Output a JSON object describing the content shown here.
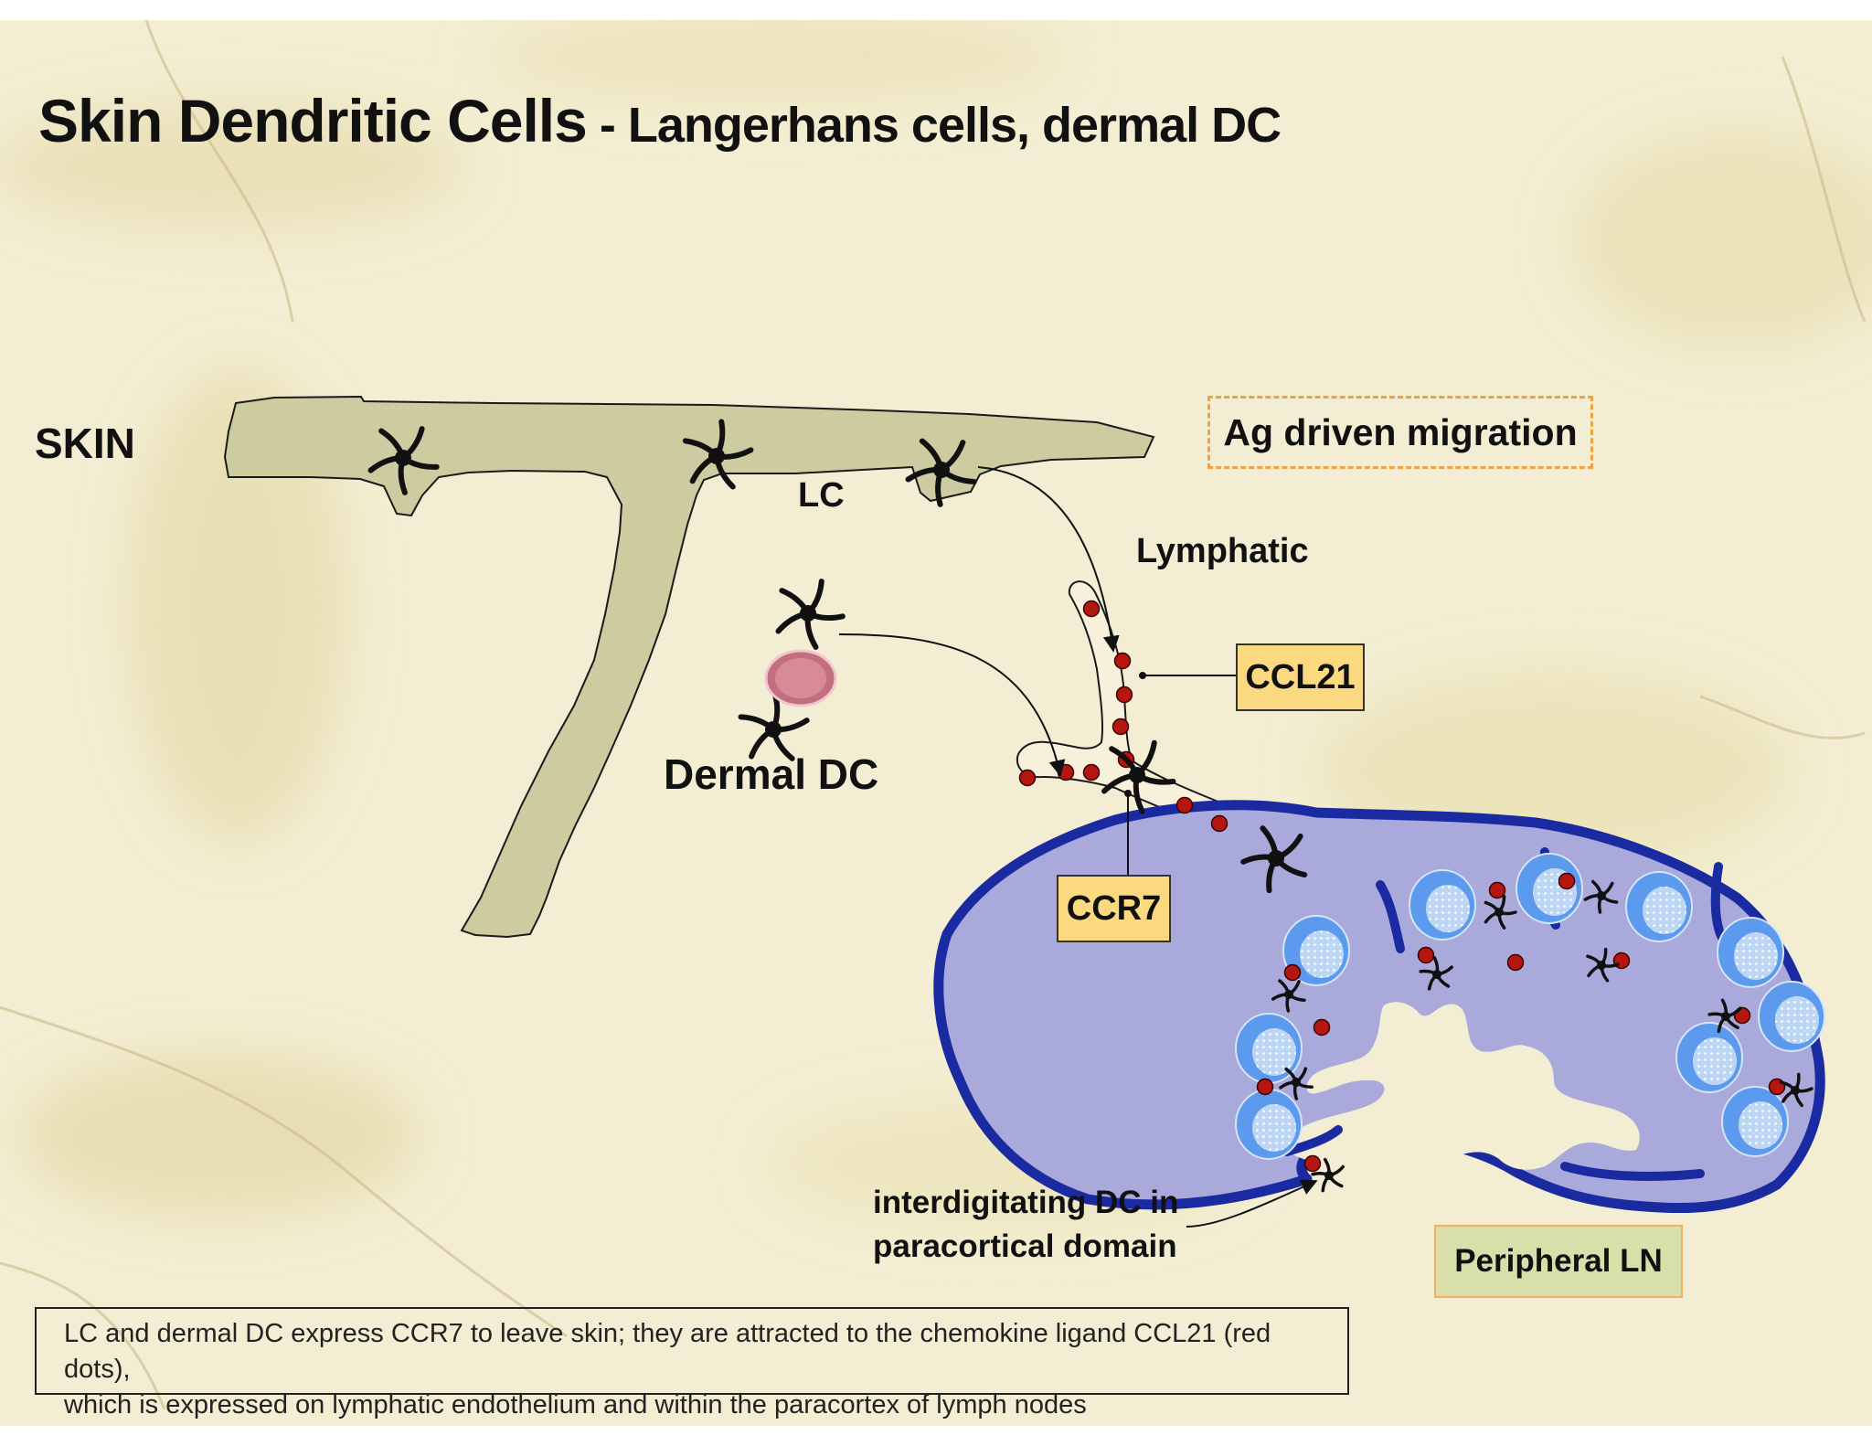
{
  "title": {
    "main": "Skin Dendritic Cells",
    "separator": " - ",
    "sub": "Langerhans cells, dermal DC"
  },
  "labels": {
    "skin": "SKIN",
    "lc": "LC",
    "lymphatic": "Lymphatic",
    "dermal_dc": "Dermal DC",
    "ag_driven_migration": "Ag driven migration",
    "ccl21": "CCL21",
    "ccr7": "CCR7",
    "interdigitating_line1": "interdigitating DC in",
    "interdigitating_line2": "paracortical domain",
    "peripheral_ln": "Peripheral LN"
  },
  "caption": {
    "line1": "LC and dermal DC express CCR7 to leave skin; they are attracted to the chemokine ligand CCL21 (red dots),",
    "line2": "which is expressed on lymphatic endothelium and within the paracortex of lymph nodes"
  },
  "colors": {
    "background": "#f3eed3",
    "epidermis_fill": "#cccca0",
    "ccl21_dot": "#b5160f",
    "lymph_node_fill": "#a9a9dc",
    "lymph_node_capsule": "#1a2aa0",
    "follicle": "#5b9aec",
    "label_box": "#fbd980",
    "ag_box_border": "#f0a23c",
    "peripheral_ln_box": "#d9dfa9"
  }
}
